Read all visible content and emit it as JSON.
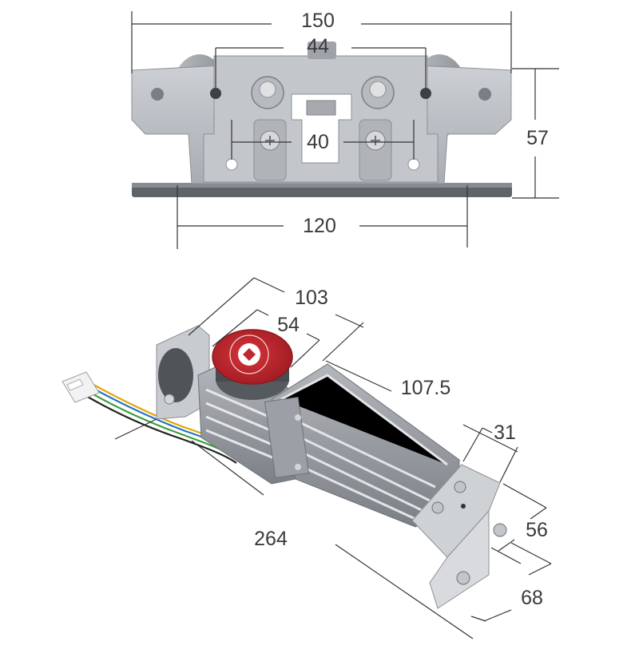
{
  "top_view": {
    "dimensions": {
      "overall_width": "150",
      "hole_spacing_upper": "44",
      "hole_spacing_lower": "40",
      "height": "57",
      "base_width": "120"
    }
  },
  "motor_view": {
    "dimensions": {
      "cap_to_gearbox": "103",
      "cap_diameter": "54",
      "gearbox_length": "107.5",
      "bracket_depth": "31",
      "bracket_width": "56",
      "bracket_height": "68",
      "overall_length": "264"
    }
  },
  "colors": {
    "metal_light": "#c9cbcf",
    "metal_mid": "#9ea2a8",
    "metal_dark": "#6d7278",
    "cap_red": "#c0282e",
    "line": "#333333"
  }
}
